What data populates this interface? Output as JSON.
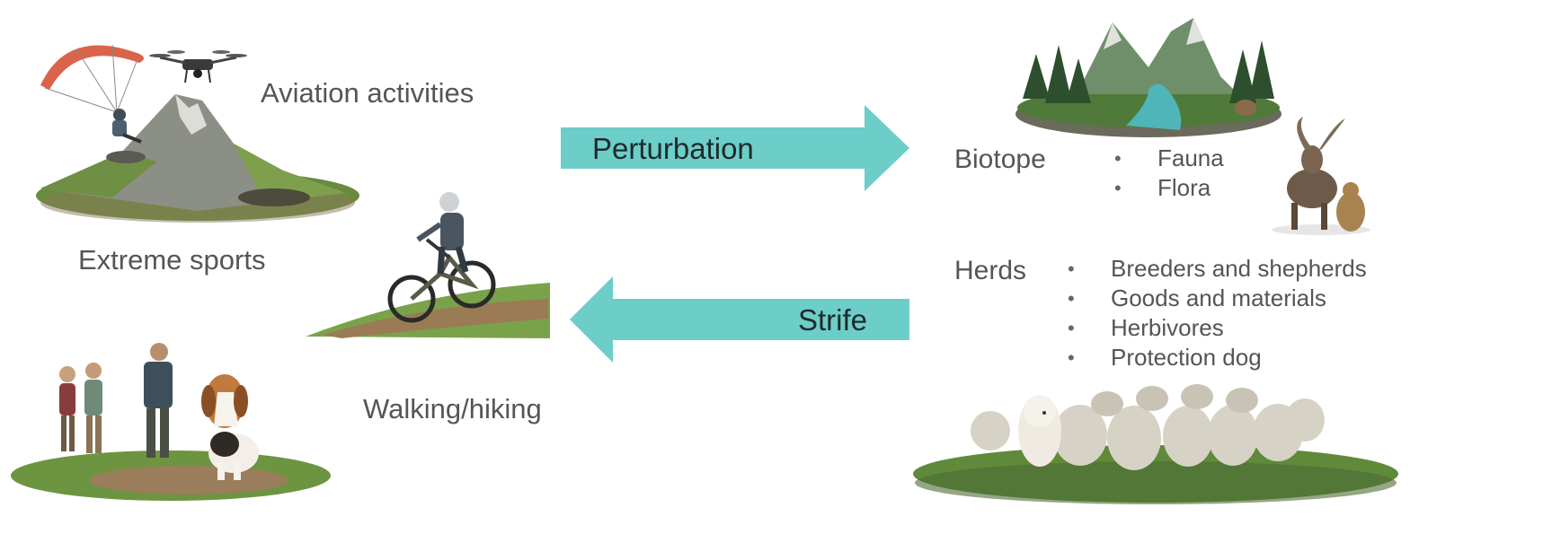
{
  "labels": {
    "aviation": "Aviation activities",
    "extreme_sports": "Extreme sports",
    "walking": "Walking/hiking"
  },
  "arrows": {
    "perturbation": "Perturbation",
    "strife": "Strife",
    "color": "#6dcdc9"
  },
  "biotope": {
    "title": "Biotope",
    "items": [
      "Fauna",
      "Flora"
    ]
  },
  "herds": {
    "title": "Herds",
    "items": [
      "Breeders and shepherds",
      "Goods and materials",
      "Herbivores",
      "Protection dog"
    ]
  },
  "illustrations": [
    "paraglider-over-mountain-icon",
    "drone-icon",
    "mountain-biker-icon",
    "hikers-with-dog-icon",
    "valley-forest-lake-icon",
    "ibex-and-marmot-icon",
    "sheep-flock-with-guard-dog-icon"
  ]
}
